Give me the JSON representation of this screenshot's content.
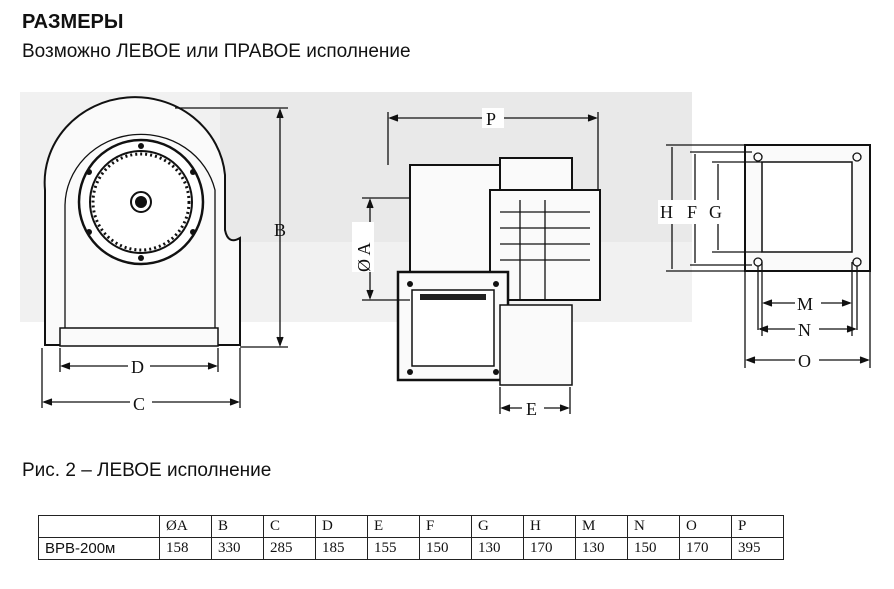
{
  "heading": {
    "title": "РАЗМЕРЫ",
    "subtitle": "Возможно ЛЕВОЕ или ПРАВОЕ исполнение"
  },
  "drawing": {
    "labels": {
      "a": "Ø A",
      "b": "B",
      "c": "C",
      "d": "D",
      "e": "E",
      "f": "F",
      "g": "G",
      "h": "H",
      "m": "M",
      "n": "N",
      "o": "O",
      "p": "P"
    }
  },
  "caption": "Рис. 2 – ЛЕВОЕ исполнение",
  "table": {
    "headers": [
      "ØA",
      "B",
      "C",
      "D",
      "E",
      "F",
      "G",
      "H",
      "M",
      "N",
      "O",
      "P"
    ],
    "row_label": "ВРВ-200м",
    "values": [
      "158",
      "330",
      "285",
      "185",
      "155",
      "150",
      "130",
      "170",
      "130",
      "150",
      "170",
      "395"
    ]
  }
}
